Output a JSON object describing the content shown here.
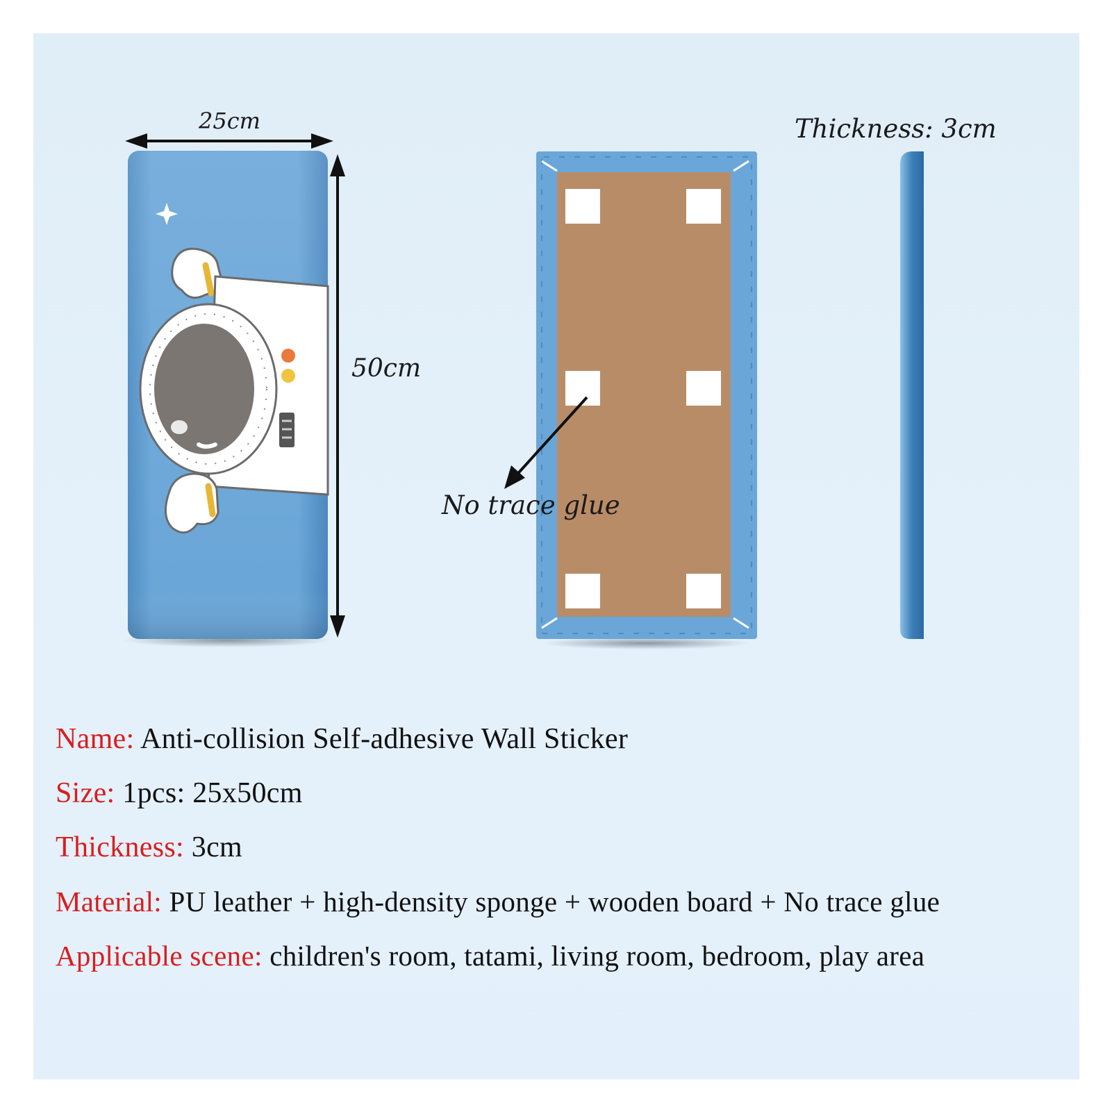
{
  "colors": {
    "background": "#e3effa",
    "panel_blue": "#5b98cc",
    "board": "#b98c68",
    "label_red": "#d81e1e",
    "text": "#111111"
  },
  "dimensions": {
    "width_label": "25cm",
    "height_label": "50cm",
    "thickness_label": "Thickness: 3cm"
  },
  "callout": {
    "label": "No trace glue"
  },
  "specs": [
    {
      "key": "Name:",
      "value": "Anti-collision Self-adhesive Wall Sticker"
    },
    {
      "key": "Size:",
      "value": "1pcs: 25x50cm"
    },
    {
      "key": "Thickness:",
      "value": "3cm"
    },
    {
      "key": "Material:",
      "value": "PU leather + high-density sponge + wooden board + No trace glue"
    },
    {
      "key": "Applicable scene:",
      "value": "children's room, tatami, living room, bedroom, play area"
    }
  ],
  "icons": [
    "astronaut-illustration",
    "star-icon",
    "adhesive-pad-icon",
    "arrow-icon"
  ]
}
